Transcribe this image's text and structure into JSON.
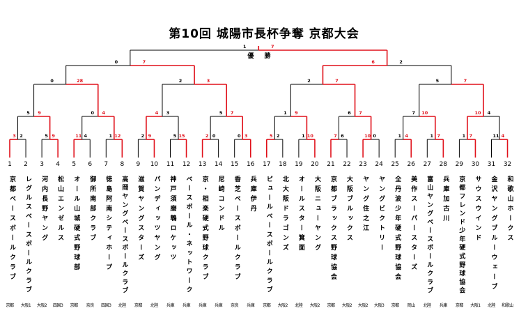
{
  "title": "第10回 城陽市長杯争奪 京都大会",
  "champion_label": "優 勝",
  "colors": {
    "win": "#e0101a",
    "line": "#000000"
  },
  "teams": [
    {
      "num": "1",
      "name": "京都ベースボールクラブ",
      "region": "京都"
    },
    {
      "num": "2",
      "name": "レグルスベースボールクラブ",
      "region": "大阪1"
    },
    {
      "num": "3",
      "name": "河内長野ヤング",
      "region": "大阪2"
    },
    {
      "num": "4",
      "name": "松山エンゼルス",
      "region": "四国3"
    },
    {
      "num": "5",
      "name": "オール山城硬式野球部",
      "region": "京都"
    },
    {
      "num": "6",
      "name": "御所南部クラブ",
      "region": "奈良"
    },
    {
      "num": "7",
      "name": "徳島阿南シティホープ",
      "region": "四国3"
    },
    {
      "num": "8",
      "name": "高岡ヤングベースボールクラブ",
      "region": "北陸"
    },
    {
      "num": "9",
      "name": "滋賀ヤングスターズ",
      "region": "京都"
    },
    {
      "num": "10",
      "name": "パンディッツヤング",
      "region": "北陸"
    },
    {
      "num": "11",
      "name": "神戸須磨鵯ロケッツ",
      "region": "兵庫"
    },
    {
      "num": "12",
      "name": "ベースボール・ネットワーク",
      "region": "兵庫"
    },
    {
      "num": "13",
      "name": "京・相楽硬式野球クラブ",
      "region": "兵庫"
    },
    {
      "num": "14",
      "name": "尼崎コンドル",
      "region": "兵庫"
    },
    {
      "num": "15",
      "name": "香芝ベースボールクラブ",
      "region": "奈良"
    },
    {
      "num": "16",
      "name": "兵庫伊丹",
      "region": "兵庫"
    },
    {
      "num": "17",
      "name": "ピュールベースボールクラブ",
      "region": "京都"
    },
    {
      "num": "18",
      "name": "北大阪ドラゴンズ",
      "region": "大阪2"
    },
    {
      "num": "19",
      "name": "オールスター箕面",
      "region": "北陸"
    },
    {
      "num": "20",
      "name": "大阪ニューヤング",
      "region": "大阪2"
    },
    {
      "num": "21",
      "name": "京都ブラックス野球協会",
      "region": "京都"
    },
    {
      "num": "22",
      "name": "大阪ブルックス",
      "region": "大阪2"
    },
    {
      "num": "23",
      "name": "ヤング住之江",
      "region": "大阪2"
    },
    {
      "num": "24",
      "name": "ヤングビクトリー",
      "region": "大阪3"
    },
    {
      "num": "25",
      "name": "全丹波少年硬式野球協会",
      "region": "京都"
    },
    {
      "num": "26",
      "name": "美作スーパースターズ",
      "region": "岡山"
    },
    {
      "num": "27",
      "name": "富山ヤングベースボールクラブ",
      "region": "北陸"
    },
    {
      "num": "28",
      "name": "兵庫加古川",
      "region": "兵庫"
    },
    {
      "num": "29",
      "name": "京都フレンド少年硬式野球協会",
      "region": "京都"
    },
    {
      "num": "30",
      "name": "サウスウインド",
      "region": "大阪1"
    },
    {
      "num": "31",
      "name": "金沢ヤングブルーウェーブ",
      "region": "北陸"
    },
    {
      "num": "32",
      "name": "和歌山ホークス",
      "region": "和歌山"
    }
  ],
  "scores": {
    "r1": [
      {
        "a": "3",
        "b": "2",
        "win": "a"
      },
      {
        "a": "5",
        "b": "9",
        "win": "b"
      },
      {
        "a": "11",
        "b": "4",
        "win": "a"
      },
      {
        "a": "1",
        "b": "12",
        "win": "b"
      },
      {
        "a": "2",
        "b": "9",
        "win": "b"
      },
      {
        "a": "5",
        "b": "15",
        "win": "b"
      },
      {
        "a": "2",
        "b": "0",
        "win": "a"
      },
      {
        "a": "0",
        "b": "3",
        "win": "b"
      },
      {
        "a": "5",
        "b": "2",
        "win": "a"
      },
      {
        "a": "1",
        "b": "10",
        "win": "b"
      },
      {
        "a": "7",
        "b": "6",
        "win": "a"
      },
      {
        "a": "10",
        "b": "0",
        "win": "a"
      },
      {
        "a": "1",
        "b": "4",
        "win": "b"
      },
      {
        "a": "1",
        "b": "7",
        "win": "b"
      },
      {
        "a": "1",
        "b": "7",
        "win": "b"
      },
      {
        "a": "11",
        "b": "4",
        "win": "b"
      }
    ],
    "r2": [
      {
        "a": "5",
        "b": "9",
        "win": "b"
      },
      {
        "a": "0",
        "b": "4",
        "win": "b"
      },
      {
        "a": "4",
        "b": "3",
        "win": "a"
      },
      {
        "a": "5",
        "b": "7",
        "win": "b"
      },
      {
        "a": "1",
        "b": "9",
        "win": "b"
      },
      {
        "a": "6",
        "b": "7",
        "win": "b"
      },
      {
        "a": "7",
        "b": "10",
        "win": "b"
      },
      {
        "a": "10",
        "b": "4",
        "win": "a"
      }
    ],
    "r3": [
      {
        "a": "0",
        "b": "28",
        "win": "b"
      },
      {
        "a": "2",
        "b": "3",
        "win": "b"
      },
      {
        "a": "2",
        "b": "7",
        "win": "b"
      },
      {
        "a": "5",
        "b": "7",
        "win": "b"
      }
    ],
    "r4": [
      {
        "a": "0",
        "b": "7",
        "win": "b"
      },
      {
        "a": "6",
        "b": "2",
        "win": "a"
      }
    ],
    "final": {
      "a": "1",
      "b": "7",
      "win": "b"
    }
  }
}
